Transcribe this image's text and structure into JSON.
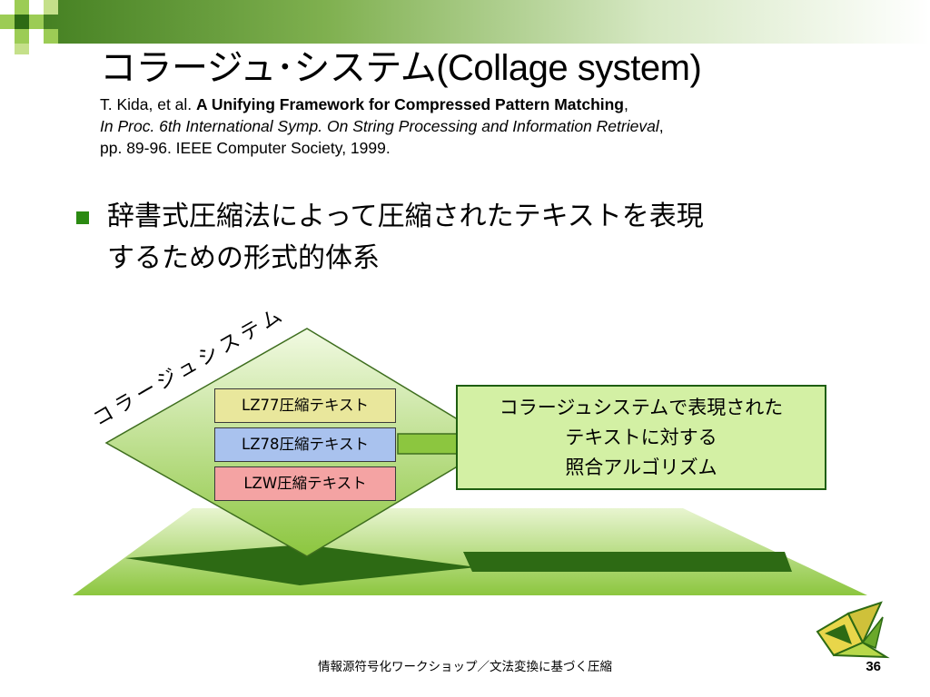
{
  "slide": {
    "title_jp": "コラージュ･システム",
    "title_en": "(Collage system)",
    "reference": {
      "authors": "T. Kida, et al.",
      "paper_title": "A Unifying Framework for Compressed Pattern Matching",
      "comma1": ",",
      "venue": "In Proc. 6th International Symp. On String Processing and Information Retrieval",
      "comma2": ",",
      "pages": "pp. 89-96. IEEE Computer Society, 1999."
    },
    "bullet": {
      "line1": "辞書式圧縮法によって圧縮されたテキストを表現",
      "line2": "するための形式的体系"
    }
  },
  "diagram": {
    "rotated_label": "コラージュシステム",
    "boxes": [
      {
        "label": "LZ77圧縮テキスト",
        "color": "#e9e79c"
      },
      {
        "label": "LZ78圧縮テキスト",
        "color": "#a9c2ee"
      },
      {
        "label": "LZW圧縮テキスト",
        "color": "#f4a3a3"
      }
    ],
    "algorithm_box": {
      "line1": "コラージュシステムで表現された",
      "line2": "テキストに対する",
      "line3": "照合アルゴリズム"
    }
  },
  "footer": {
    "text": "情報源符号化ワークショップ／文法変換に基づく圧縮",
    "page_number": "36"
  },
  "theme": {
    "dark_green": "#2d6a14",
    "light_green": "#a8d66a",
    "bullet_green": "#2b8a12"
  }
}
